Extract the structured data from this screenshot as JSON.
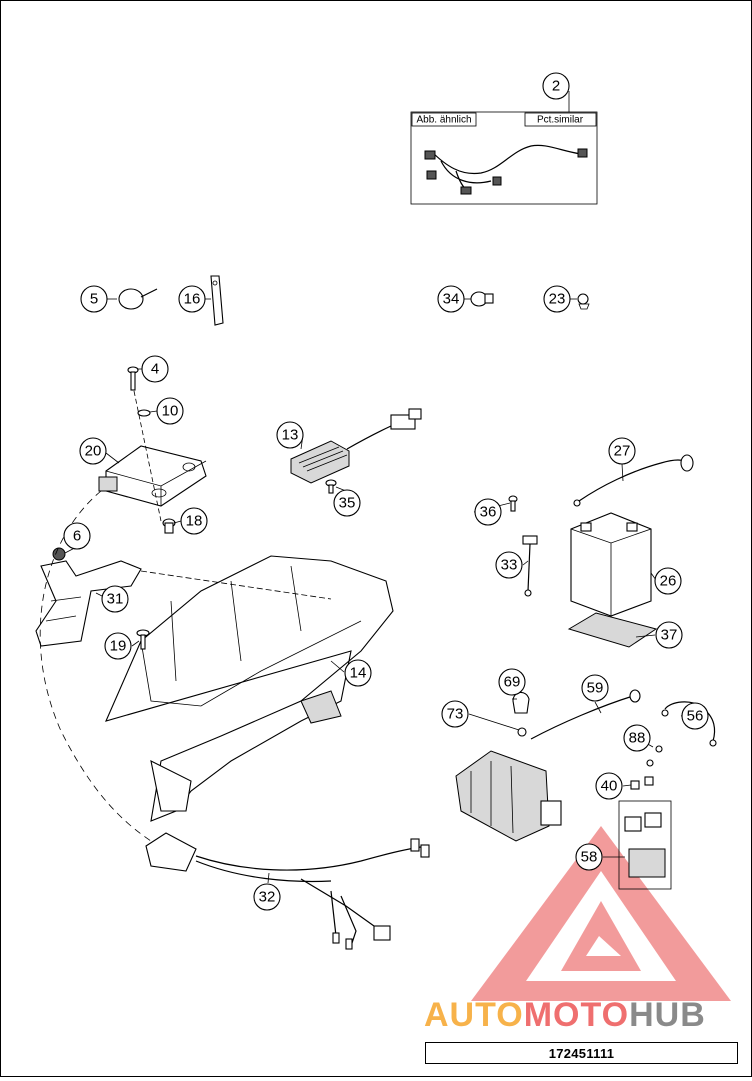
{
  "diagram": {
    "inset_labels": {
      "left": "Abb. ähnlich",
      "right": "Pct.similar"
    },
    "callouts": [
      "2",
      "4",
      "5",
      "6",
      "10",
      "13",
      "14",
      "16",
      "18",
      "19",
      "20",
      "23",
      "26",
      "27",
      "31",
      "32",
      "33",
      "34",
      "35",
      "36",
      "37",
      "40",
      "56",
      "58",
      "59",
      "69",
      "73",
      "88"
    ],
    "watermark": {
      "part1": "AUTO",
      "part2": "MOTO",
      "part3": "HUB",
      "colors": {
        "auto": "#f7b24a",
        "moto": "#ef6f6f",
        "hub": "#8a8a8a"
      }
    },
    "drawing_code": "172451111"
  }
}
